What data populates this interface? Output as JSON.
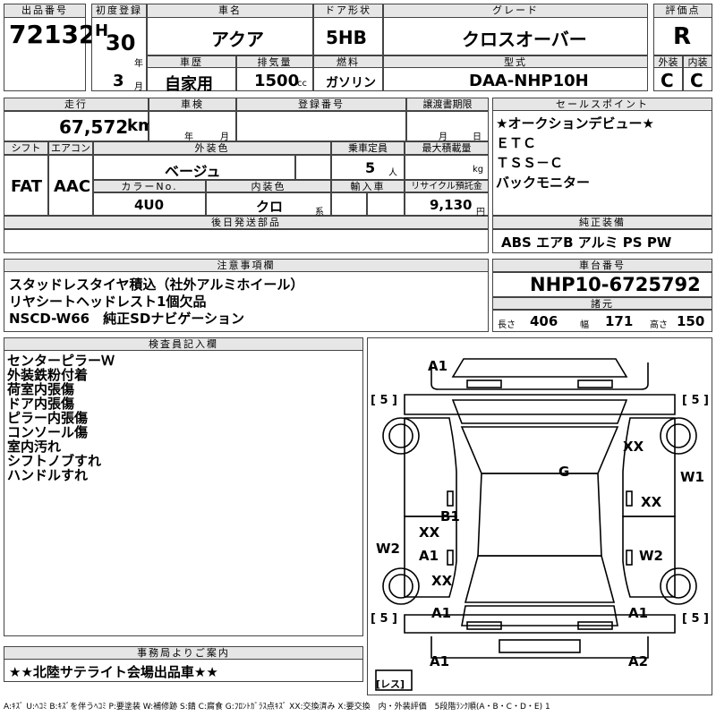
{
  "header": {
    "lot_label": "出品番号",
    "lot": "72132",
    "first_reg_label": "初度登録",
    "era": "H",
    "year": "30",
    "year_unit": "年",
    "month": "3",
    "month_unit": "月",
    "car_name_label": "車名",
    "car_name": "アクア",
    "door_label": "ドア形状",
    "door": "5HB",
    "grade_label": "グレード",
    "grade": "クロスオーバー",
    "score_label": "評価点",
    "score": "R",
    "history_label": "車歴",
    "history": "自家用",
    "displacement_label": "排気量",
    "displacement": "1500",
    "cc": "cc",
    "fuel_label": "燃料",
    "fuel": "ガソリン",
    "model_label": "型式",
    "model": "DAA-NHP10H",
    "ext_label": "外装",
    "ext_grade": "C",
    "int_label": "内装",
    "int_grade": "C"
  },
  "row2": {
    "mileage_label": "走行",
    "mileage": "67,572",
    "km": "km",
    "inspection_label": "車検",
    "nen": "年",
    "tsuki": "月",
    "reg_no_label": "登録番号",
    "transfer_label": "譲渡書期限",
    "t_tsuki": "月",
    "t_hi": "日",
    "shift_label": "シフト",
    "shift": "FAT",
    "ac_label": "エアコン",
    "ac": "AAC",
    "color_label": "外装色",
    "color": "ベージュ",
    "capacity_label": "乗車定員",
    "capacity": "5",
    "person": "人",
    "load_label": "最大積載量",
    "kg": "kg",
    "color_no_label": "カラーNo.",
    "color_no": "4U0",
    "interior_color_label": "内装色",
    "interior_color": "クロ",
    "kei": "系",
    "import_label": "輸入車",
    "recycle_label": "リサイクル預託金",
    "recycle": "9,130",
    "yen": "円",
    "later_label": "後日発送部品"
  },
  "selling": {
    "label": "セールスポイント",
    "items": [
      "★オークションデビュー★",
      "ＥＴＣ",
      "ＴＳＳ－Ｃ",
      "バックモニター"
    ]
  },
  "genuine": {
    "label": "純正装備",
    "value": "ABS エアB アルミ PS PW"
  },
  "notes": {
    "label": "注意事項欄",
    "items": [
      "スタッドレスタイヤ積込（社外アルミホイール）",
      "リヤシートヘッドレスト1個欠品",
      "NSCD-W66　純正SDナビゲーション"
    ]
  },
  "chassis": {
    "label": "車台番号",
    "value": "NHP10-6725792"
  },
  "specs": {
    "label": "諸元",
    "length_label": "長さ",
    "length": "406",
    "width_label": "幅",
    "width": "171",
    "height_label": "高さ",
    "height": "150"
  },
  "inspector": {
    "label": "検査員記入欄",
    "items": [
      "センターピラーＷ",
      "外装鉄粉付着",
      "荷室内張傷",
      "ドア内張傷",
      "ピラー内張傷",
      "コンソール傷",
      "室内汚れ",
      "シフトノブすれ",
      "ハンドルすれ"
    ]
  },
  "diagram": {
    "labels": {
      "a1_top": "A1",
      "tire_tl": "[ 5 ]",
      "tire_tr": "[ 5 ]",
      "xx_upper": "XX",
      "g": "G",
      "w1": "W1",
      "xx_right": "XX",
      "b1": "B1",
      "xx_left": "XX",
      "w2_left": "W2",
      "a1_left": "A1",
      "w2_right": "W2",
      "xx_lower": "XX",
      "a1_bl": "A1",
      "a1_br": "A1",
      "tire_bl": "[ 5 ]",
      "tire_br": "[ 5 ]",
      "a1_bottom": "A1",
      "a2_bottom": "A2",
      "spare": "[レス]"
    }
  },
  "office": {
    "label": "事務局よりご案内",
    "value": "★★北陸サテライト会場出品車★★"
  },
  "footer": "A:ｷｽﾞ U:ﾍｺﾐ B:ｷｽﾞを伴うﾍｺﾐ P:要塗装 W:補修跡 S:錆 C:腐食 G:ﾌﾛﾝﾄｶﾞﾗｽ点ｷｽﾞ XX:交換済み X:要交換　内・外装評価　5段階ﾗﾝｸ順(A・B・C・D・E) 1"
}
